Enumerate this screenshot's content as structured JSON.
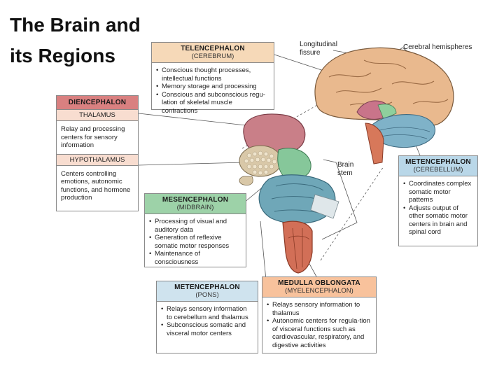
{
  "slide": {
    "title_line1": "The Brain and",
    "title_line2": "its Regions"
  },
  "colors": {
    "telencephalon": "#f6d9b8",
    "diencephalon": "#d98080",
    "diencephalon_sub": "#f8ddd0",
    "mesencephalon": "#9dd2a8",
    "pons": "#cfe3ee",
    "medulla": "#f8c29c",
    "cerebellum": "#b9d7e8"
  },
  "labels": {
    "longitudinal_fissure": "Longitudinal fissure",
    "cerebral_hemispheres": "Cerebral hemispheres",
    "brain_stem": "Brain stem"
  },
  "telencephalon": {
    "title": "TELENCEPHALON",
    "subtitle": "(CEREBRUM)",
    "items": [
      "Conscious thought processes, intellectual functions",
      "Memory storage and  processing",
      "Conscious and subconscious regu-lation of skeletal muscle contractions"
    ]
  },
  "diencephalon": {
    "title": "DIENCEPHALON",
    "thalamus": {
      "title": "THALAMUS",
      "text": "Relay and processing centers for sensory information"
    },
    "hypothalamus": {
      "title": "HYPOTHALAMUS",
      "text": "Centers controlling emotions, autonomic functions, and hormone production"
    }
  },
  "mesencephalon": {
    "title": "MESENCEPHALON",
    "subtitle": "(MIDBRAIN)",
    "items": [
      "Processing of visual and auditory data",
      "Generation of reflexive somatic motor responses",
      "Maintenance of consciousness"
    ]
  },
  "metencephalon_pons": {
    "title": "METENCEPHALON",
    "subtitle": "(PONS)",
    "items": [
      "Relays sensory information to cerebellum and thalamus",
      "Subconscious somatic and visceral motor centers"
    ]
  },
  "medulla": {
    "title": "MEDULLA OBLONGATA",
    "subtitle": "(MYELENCEPHALON)",
    "items": [
      "Relays sensory information to thalamus",
      "Autonomic centers for regula-tion of visceral functions such as cardiovascular, respiratory, and digestive activities"
    ]
  },
  "metencephalon_cerebellum": {
    "title": "METENCEPHALON",
    "subtitle": "(CEREBELLUM)",
    "items": [
      "Coordinates complex somatic motor patterns",
      "Adjusts output of other somatic motor centers in brain and spinal cord"
    ]
  }
}
